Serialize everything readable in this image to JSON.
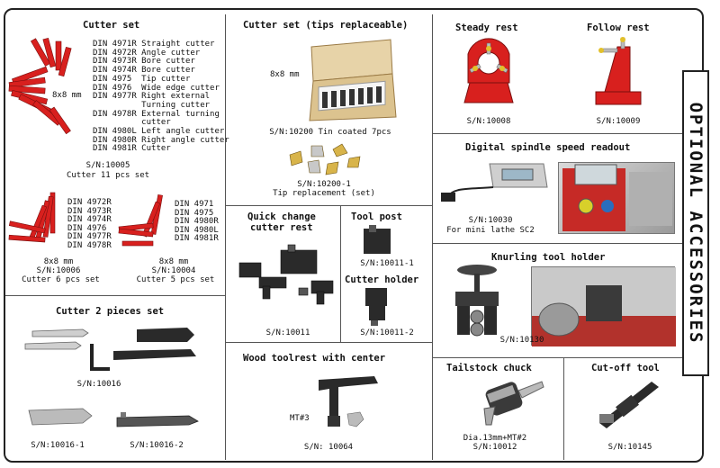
{
  "side_title": "OPTIONAL ACCESSORIES",
  "cutter_set": {
    "title": "Cutter set",
    "size": "8x8 mm",
    "items": [
      "DIN 4971R Straight cutter",
      "DIN 4972R Angle cutter",
      "DIN 4973R Bore cutter",
      "DIN 4974R Bore cutter",
      "DIN 4975  Tip cutter",
      "DIN 4976  Wide edge cutter",
      "DIN 4977R Right external",
      "          Turning cutter",
      "DIN 4978R External turning",
      "          cutter",
      "DIN 4980L Left angle cutter",
      "DIN 4980R Right angle cutter",
      "DIN 4981R Cutter"
    ],
    "sn": "S/N:10005",
    "caption": "Cutter 11 pcs set"
  },
  "cutter_6": {
    "items": [
      "DIN 4972R",
      "DIN 4973R",
      "DIN 4974R",
      "DIN 4976",
      "DIN 4977R",
      "DIN 4978R"
    ],
    "size": "8x8 mm",
    "sn": "S/N:10006",
    "caption": "Cutter 6 pcs set"
  },
  "cutter_5": {
    "items": [
      "DIN 4971",
      "DIN 4975",
      "DIN 4980R",
      "DIN 4980L",
      "DIN 4981R"
    ],
    "size": "8x8 mm",
    "sn": "S/N:10004",
    "caption": "Cutter 5 pcs set"
  },
  "cutter_2": {
    "title": "Cutter 2 pieces set",
    "sn_main": "S/N:10016",
    "sn_1": "S/N:10016-1",
    "sn_2": "S/N:10016-2"
  },
  "tips_set": {
    "title": "Cutter set (tips replaceable)",
    "size": "8x8 mm",
    "sn": "S/N:10200 Tin coated 7pcs",
    "sn_tip": "S/N:10200-1",
    "tip_caption": "Tip replacement (set)"
  },
  "quick_change": {
    "title_1": "Quick change",
    "title_2": "cutter rest",
    "sn": "S/N:10011"
  },
  "tool_post": {
    "title": "Tool post",
    "sn": "S/N:10011-1"
  },
  "cutter_holder": {
    "title": "Cutter holder",
    "sn": "S/N:10011-2"
  },
  "wood_toolrest": {
    "title": "Wood toolrest with center",
    "mt": "MT#3",
    "sn": "S/N: 10064"
  },
  "steady_rest": {
    "title": "Steady rest",
    "sn": "S/N:10008"
  },
  "follow_rest": {
    "title": "Follow rest",
    "sn": "S/N:10009"
  },
  "speed_readout": {
    "title": "Digital spindle speed readout",
    "sn": "S/N:10030",
    "caption": "For mini lathe SC2"
  },
  "knurling": {
    "title": "Knurling tool holder",
    "sn": "S/N:10130"
  },
  "tailstock": {
    "title": "Tailstock chuck",
    "caption": "Dia.13mm+MT#2",
    "sn": "S/N:10012"
  },
  "cutoff": {
    "title": "Cut-off tool",
    "sn": "S/N:10145"
  },
  "colors": {
    "accent_red": "#d8201e",
    "steel": "#8a8a8a",
    "dark": "#2a2a2a"
  }
}
